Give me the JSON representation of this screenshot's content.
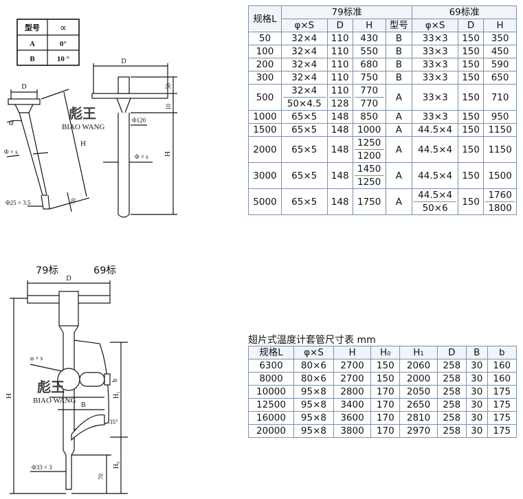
{
  "type_table": {
    "header": {
      "model": "型号",
      "angle": "∝"
    },
    "rows": [
      {
        "model": "A",
        "angle": "0°"
      },
      {
        "model": "B",
        "angle": "10 °"
      }
    ]
  },
  "top_drawing": {
    "bent_D": "D",
    "alpha": "α",
    "bent_phi": "Φ × s",
    "bent_H": "H",
    "bent_phi25": "Φ25 × 3.5",
    "bent_70": "70",
    "straight_D": "D",
    "straight_50": "50",
    "straight_10": "10",
    "straight_phi120": "Φ120",
    "straight_phi": "Φ × s",
    "straight_H": "H"
  },
  "watermark": {
    "cn": "彪王",
    "en": "BIAO WANG"
  },
  "main_table": {
    "col_spec": "规格L",
    "group79": "79标准",
    "group69": "69标准",
    "sub79": [
      "φ×S",
      "D",
      "H",
      "型号"
    ],
    "sub69": [
      "φ×S",
      "D",
      "H"
    ],
    "rows": [
      {
        "L": "50",
        "s79": [
          "32×4"
        ],
        "d79": "110",
        "h79": [
          "430"
        ],
        "type": "B",
        "s69": [
          "33×3"
        ],
        "d69": "150",
        "h69": [
          "350"
        ]
      },
      {
        "L": "100",
        "s79": [
          "32×4"
        ],
        "d79": "110",
        "h79": [
          "550"
        ],
        "type": "B",
        "s69": [
          "33×3"
        ],
        "d69": "150",
        "h69": [
          "450"
        ]
      },
      {
        "L": "200",
        "s79": [
          "32×4"
        ],
        "d79": "110",
        "h79": [
          "680"
        ],
        "type": "B",
        "s69": [
          "33×3"
        ],
        "d69": "150",
        "h69": [
          "590"
        ]
      },
      {
        "L": "300",
        "s79": [
          "32×4"
        ],
        "d79": "110",
        "h79": [
          "750"
        ],
        "type": "B",
        "s69": [
          "33×3"
        ],
        "d69": "150",
        "h69": [
          "650"
        ]
      },
      {
        "L": "500",
        "s79": [
          "32×4",
          "50×4.5"
        ],
        "d79": [
          "110",
          "128"
        ],
        "h79": [
          "770",
          "770"
        ],
        "type": "A",
        "s69": [
          "33×3"
        ],
        "d69": "150",
        "h69": [
          "710"
        ]
      },
      {
        "L": "1000",
        "s79": [
          "65×5"
        ],
        "d79": "148",
        "h79": [
          "850"
        ],
        "type": "A",
        "s69": [
          "33×3"
        ],
        "d69": "150",
        "h69": [
          "950"
        ]
      },
      {
        "L": "1500",
        "s79": [
          "65×5"
        ],
        "d79": "148",
        "h79": [
          "1000"
        ],
        "type": "A",
        "s69": [
          "44.5×4"
        ],
        "d69": "150",
        "h69": [
          "1150"
        ]
      },
      {
        "L": "2000",
        "s79": [
          "65×5"
        ],
        "d79": "148",
        "h79": [
          "1250",
          "1200"
        ],
        "type": "A",
        "s69": [
          "44.5×4"
        ],
        "d69": "150",
        "h69": [
          "1150"
        ]
      },
      {
        "L": "3000",
        "s79": [
          "65×5"
        ],
        "d79": "148",
        "h79": [
          "1450",
          "1250"
        ],
        "type": "A",
        "s69": [
          "44.5×4"
        ],
        "d69": "150",
        "h69": [
          "1500"
        ]
      },
      {
        "L": "5000",
        "s79": [
          "65×5"
        ],
        "d79": "148",
        "h79": [
          "1750"
        ],
        "type": "A",
        "s69": [
          "44.5×4",
          "50×6"
        ],
        "d69": "150",
        "h69": [
          "1760",
          "1800"
        ]
      }
    ]
  },
  "bottom_drawing": {
    "label79": "79标",
    "label69": "69标",
    "D": "D",
    "phi": "φ × s",
    "b": "b",
    "B": "B",
    "angle35": "35°",
    "H": "H",
    "H1": "H₁",
    "H0": "H₀",
    "phi33": "Φ33 × 3",
    "dim70": "70"
  },
  "fin_table": {
    "caption": "翅片式温度计套管尺寸表 mm",
    "headers": [
      "规格L",
      "φ×S",
      "H",
      "H₀",
      "H₁",
      "D",
      "B",
      "b"
    ],
    "rows": [
      [
        "6300",
        "80×6",
        "2700",
        "150",
        "2060",
        "258",
        "30",
        "160"
      ],
      [
        "8000",
        "80×6",
        "2700",
        "150",
        "2000",
        "258",
        "30",
        "160"
      ],
      [
        "10000",
        "95×8",
        "2800",
        "170",
        "2050",
        "258",
        "30",
        "175"
      ],
      [
        "12500",
        "95×8",
        "3400",
        "170",
        "2650",
        "258",
        "30",
        "175"
      ],
      [
        "16000",
        "95×8",
        "3600",
        "170",
        "2810",
        "258",
        "30",
        "175"
      ],
      [
        "20000",
        "95×8",
        "3800",
        "170",
        "2970",
        "258",
        "30",
        "175"
      ]
    ]
  }
}
